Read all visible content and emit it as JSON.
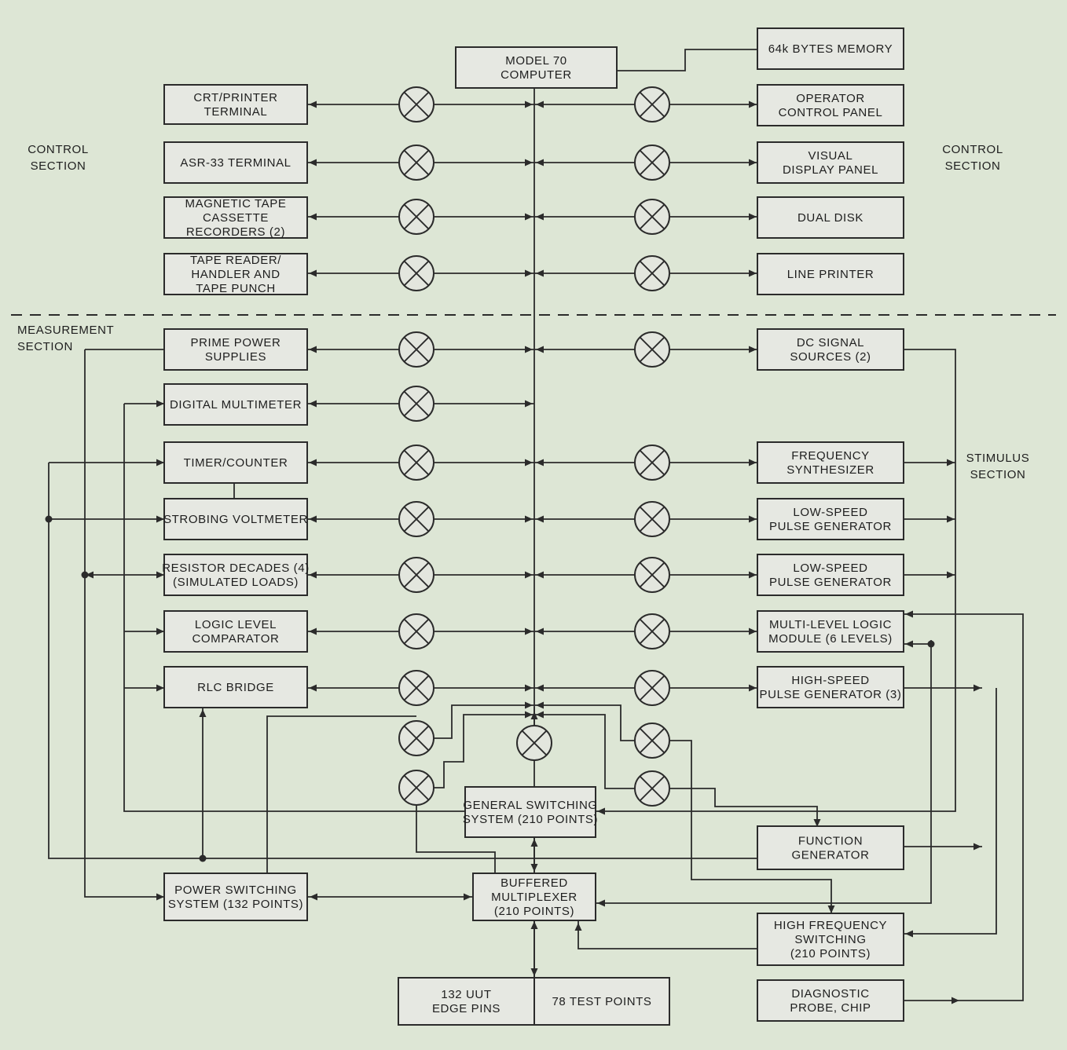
{
  "sections": {
    "control_left": [
      "CONTROL",
      "SECTION"
    ],
    "control_right": [
      "CONTROL",
      "SECTION"
    ],
    "measurement": [
      "MEASUREMENT",
      "SECTION"
    ],
    "stimulus": [
      "STIMULUS",
      "SECTION"
    ]
  },
  "blocks": {
    "computer": [
      "MODEL 70",
      "COMPUTER"
    ],
    "memory": [
      "64k BYTES MEMORY"
    ],
    "crt_terminal": [
      "CRT/PRINTER",
      "TERMINAL"
    ],
    "asr_terminal": [
      "ASR-33 TERMINAL"
    ],
    "mag_tape": [
      "MAGNETIC TAPE",
      "CASSETTE",
      "RECORDERS (2)"
    ],
    "tape_reader": [
      "TAPE READER/",
      "HANDLER AND",
      "TAPE PUNCH"
    ],
    "operator_panel": [
      "OPERATOR",
      "CONTROL PANEL"
    ],
    "visual_display": [
      "VISUAL",
      "DISPLAY PANEL"
    ],
    "dual_disk": [
      "DUAL DISK"
    ],
    "line_printer": [
      "LINE PRINTER"
    ],
    "prime_power": [
      "PRIME POWER",
      "SUPPLIES"
    ],
    "dmm": [
      "DIGITAL MULTIMETER"
    ],
    "timer_counter": [
      "TIMER/COUNTER"
    ],
    "strobing_vm": [
      "STROBING VOLTMETER"
    ],
    "resistor_decades": [
      "RESISTOR DECADES (4)",
      "(SIMULATED LOADS)"
    ],
    "logic_comparator": [
      "LOGIC LEVEL",
      "COMPARATOR"
    ],
    "rlc_bridge": [
      "RLC BRIDGE"
    ],
    "power_switching": [
      "POWER SWITCHING",
      "SYSTEM (132 POINTS)"
    ],
    "dc_sources": [
      "DC SIGNAL",
      "SOURCES (2)"
    ],
    "freq_synth": [
      "FREQUENCY",
      "SYNTHESIZER"
    ],
    "ls_pulse_1": [
      "LOW-SPEED",
      "PULSE GENERATOR"
    ],
    "ls_pulse_2": [
      "LOW-SPEED",
      "PULSE GENERATOR"
    ],
    "multi_level": [
      "MULTI-LEVEL LOGIC",
      "MODULE (6 LEVELS)"
    ],
    "hs_pulse": [
      "HIGH-SPEED",
      "PULSE GENERATOR (3)"
    ],
    "function_gen": [
      "FUNCTION",
      "GENERATOR"
    ],
    "hf_switching": [
      "HIGH FREQUENCY",
      "SWITCHING",
      "(210 POINTS)"
    ],
    "diag_probe": [
      "DIAGNOSTIC",
      "PROBE, CHIP"
    ],
    "general_switching": [
      "GENERAL SWITCHING",
      "SYSTEM (210 POINTS)"
    ],
    "buffered_mux": [
      "BUFFERED",
      "MULTIPLEXER",
      "(210 POINTS)"
    ],
    "uut_pins": [
      "132 UUT",
      "EDGE PINS"
    ],
    "test_points": [
      "78 TEST POINTS"
    ]
  }
}
